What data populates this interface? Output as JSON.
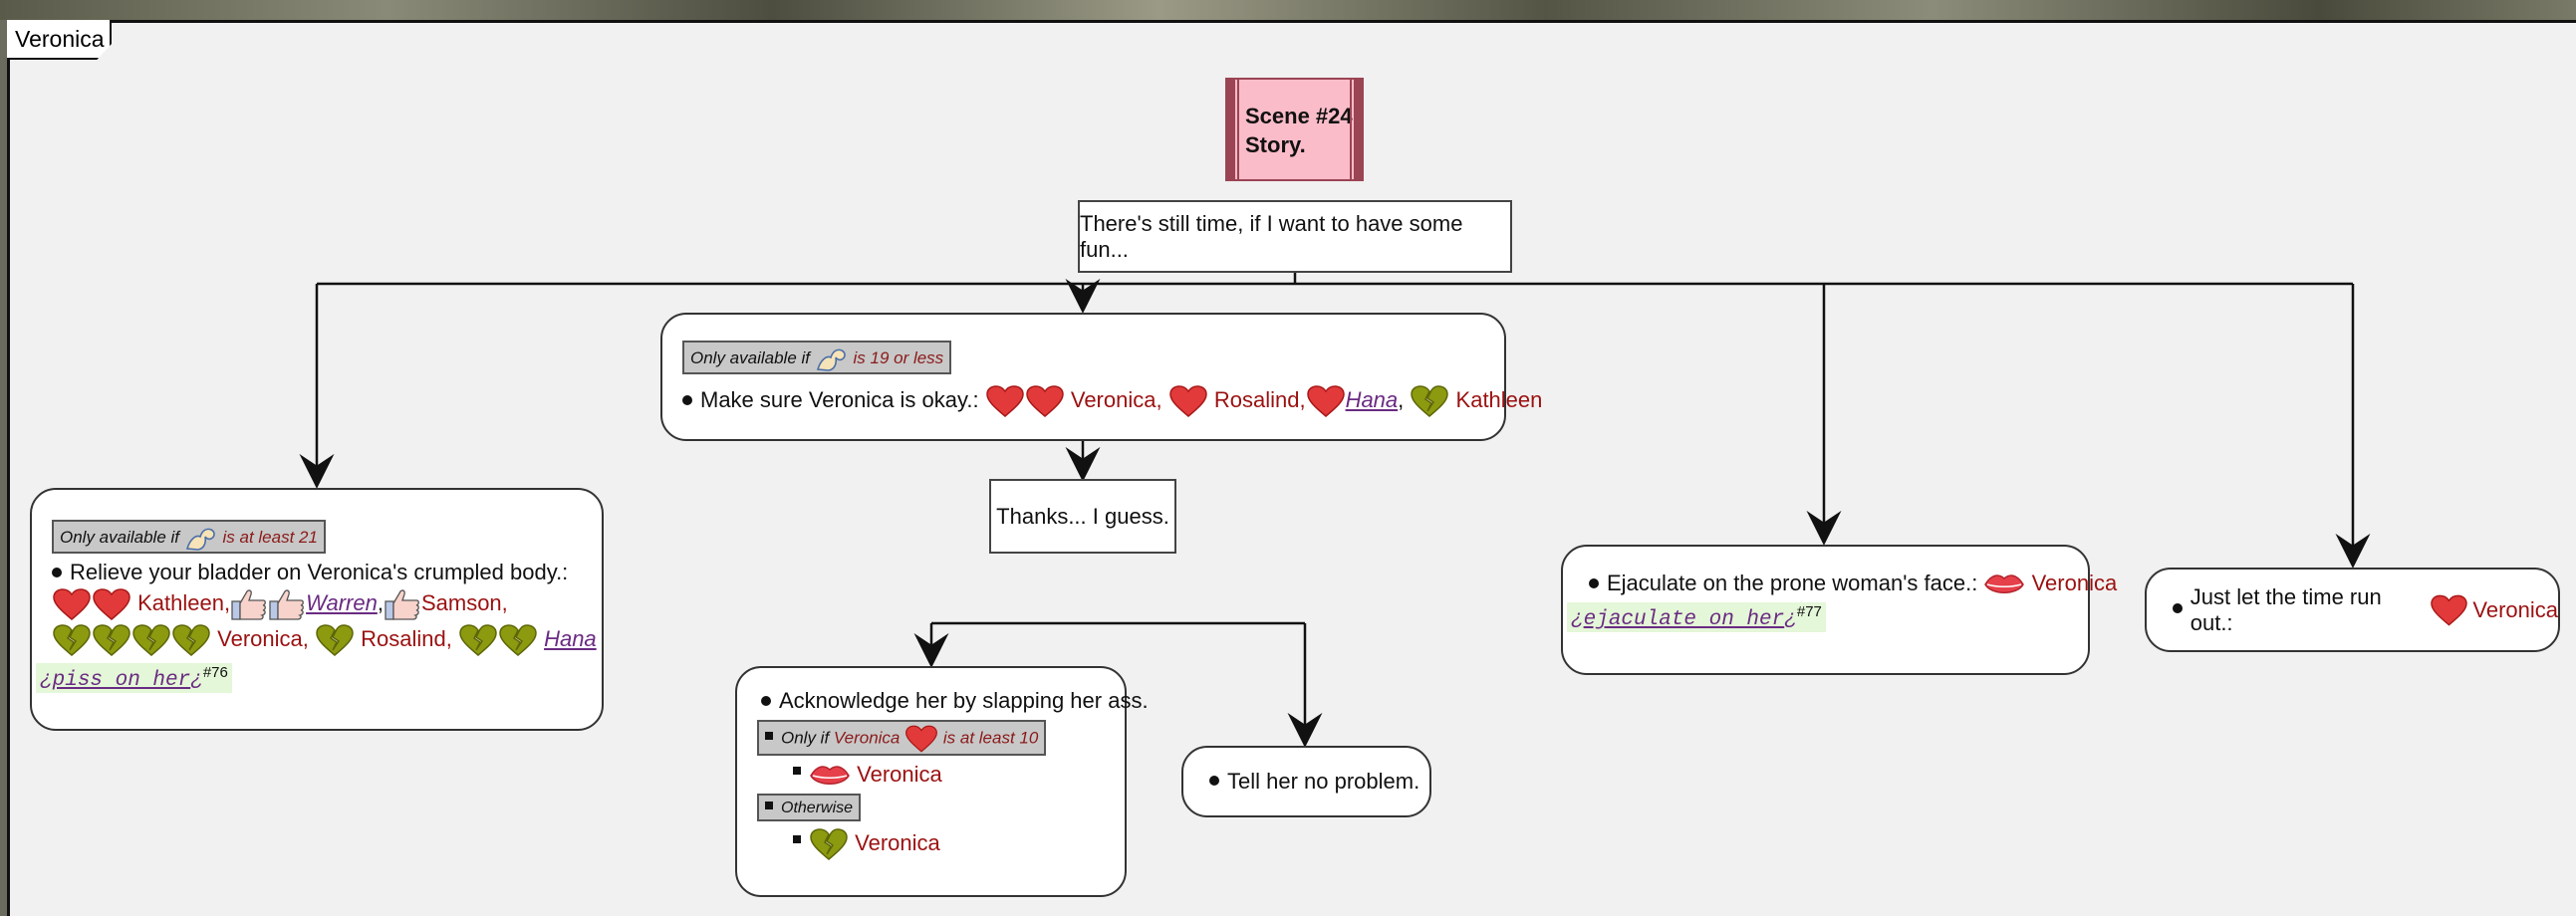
{
  "frame": {
    "title": "Veronica"
  },
  "scene": {
    "line1": "Scene #24",
    "line2": "Story."
  },
  "root": {
    "text": "There's still time, if I want to have some fun..."
  },
  "choice_okay": {
    "cond_prefix": "Only available if",
    "cond_value": "is 19 or less",
    "cond_icon": "flexing-arm-icon",
    "label": "Make sure Veronica is okay.:",
    "effects": [
      "Veronica,",
      "Rosalind,",
      "Hana",
      ",",
      "Kathleen"
    ]
  },
  "thanks": {
    "text": "Thanks... I guess."
  },
  "choice_bladder": {
    "cond_prefix": "Only available if",
    "cond_value": "is at least 21",
    "cond_icon": "flexing-arm-icon",
    "label": "Relieve your bladder on Veronica's crumpled body.:",
    "line1": {
      "a": "Kathleen,",
      "b": "Warren",
      "c": ",",
      "d": "Samson,"
    },
    "line2": {
      "a": "Veronica,",
      "b": "Rosalind,",
      "c": "Hana"
    },
    "tag": "piss on her",
    "tag_ref": "#76"
  },
  "choice_slap": {
    "label": "Acknowledge her by slapping her ass.",
    "cond_prefix": "Only if",
    "cond_name": "Veronica",
    "cond_value": "is at least 10",
    "result1": "Veronica",
    "otherwise": "Otherwise",
    "result2": "Veronica"
  },
  "choice_noproblem": {
    "label": "Tell her no problem."
  },
  "choice_ejaculate": {
    "label": "Ejaculate on the prone woman's face.:",
    "name": "Veronica",
    "tag": "ejaculate on her",
    "tag_ref": "#77"
  },
  "choice_timeout": {
    "label": "Just let the time run out.:",
    "name": "Veronica"
  },
  "icons": [
    "heart-icon",
    "broken-heart-icon",
    "kiss-lips-icon",
    "thumbs-up-icon",
    "flexing-arm-icon"
  ],
  "colors": {
    "scene_fill": "#fbbcc9",
    "heart": "#e23a3a",
    "broken_heart": "#8c9a10",
    "name_red": "#9b1111",
    "link_purple": "#6a2b82",
    "tag_bg": "#e4f7d8"
  }
}
